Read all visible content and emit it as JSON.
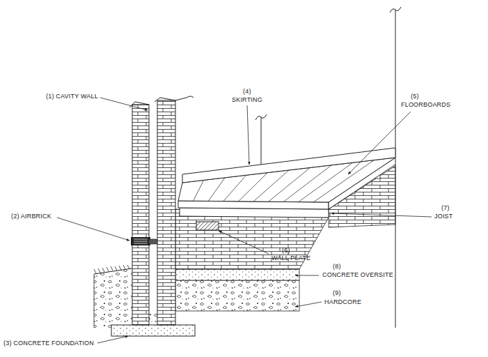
{
  "diagram": {
    "labels": [
      "(1) CAVITY WALL",
      "(4)",
      "SKIRTING",
      "(5)",
      "FLOORBOARDS",
      "(2) AIRBRICK",
      "(7)",
      "JOIST",
      "(6)",
      "WALL PLATE",
      "(8)",
      "CONCRETE OVERSITE",
      "(9)",
      "HARDCORE",
      "(3) CONCRETE FOUNDATION"
    ]
  }
}
